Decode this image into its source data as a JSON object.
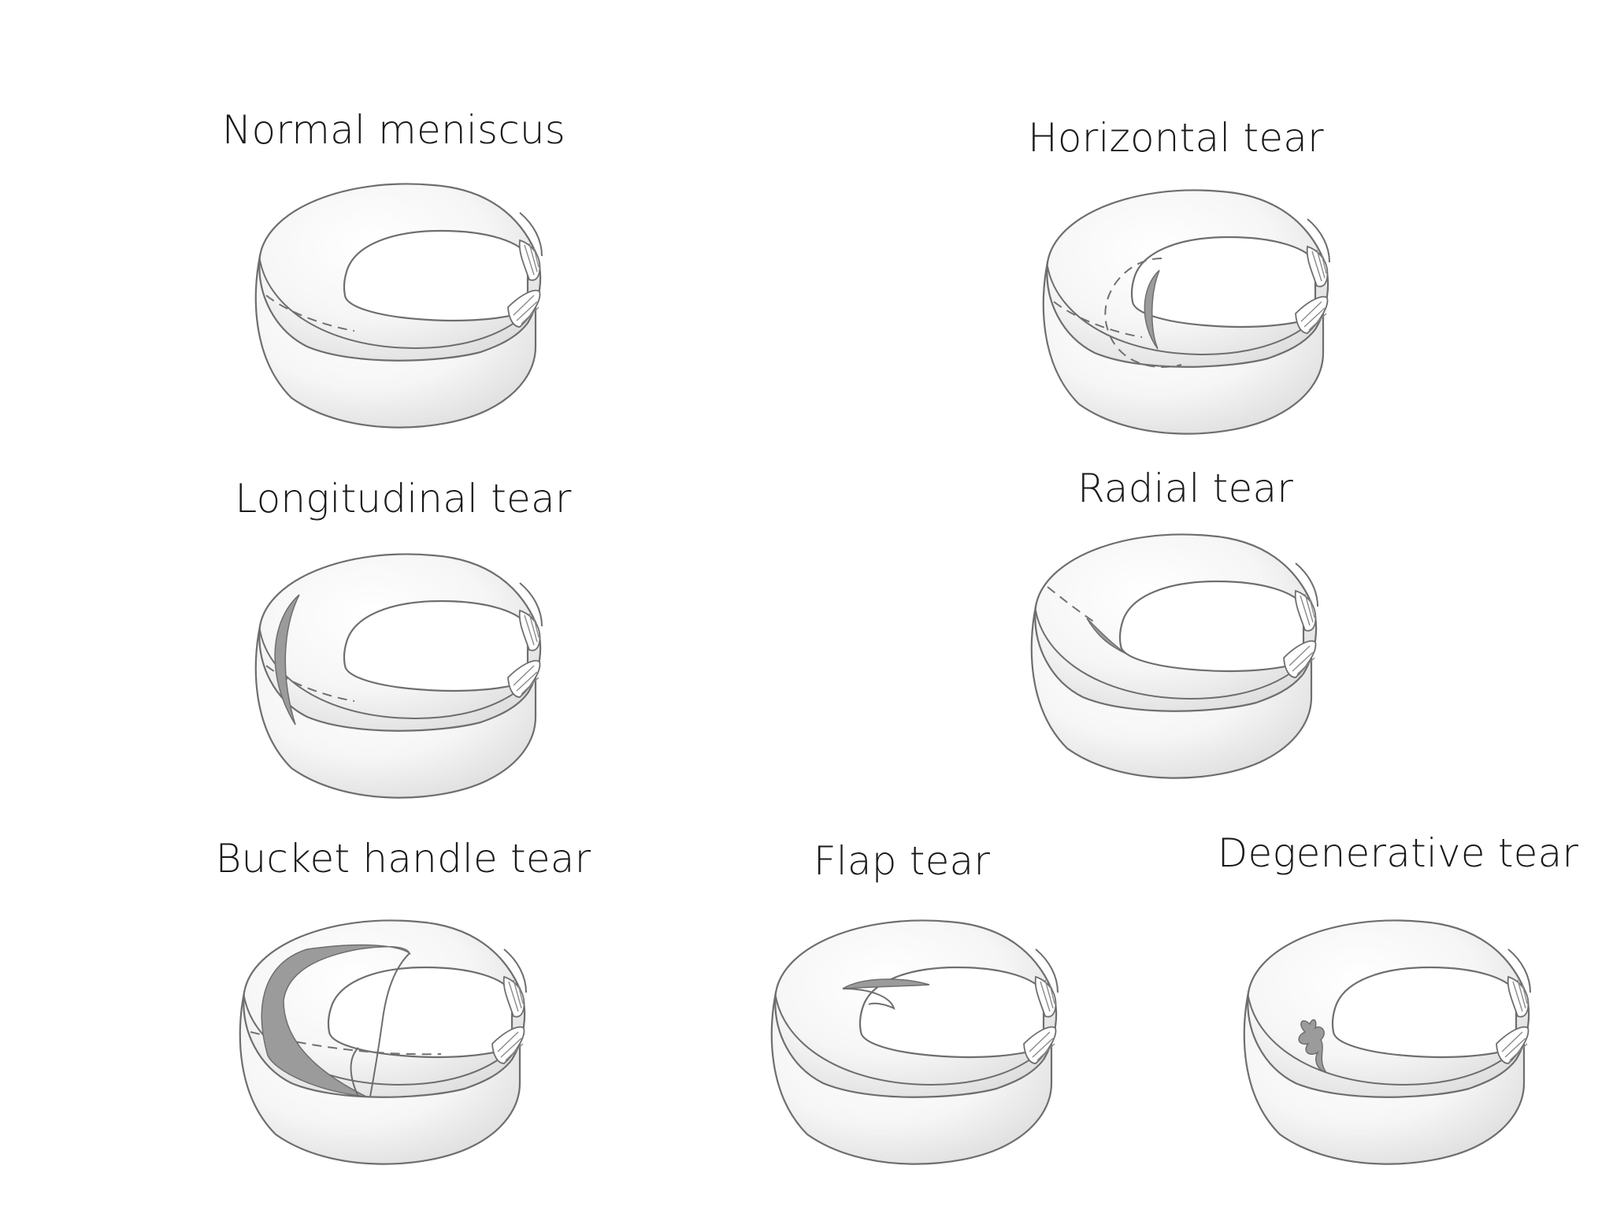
{
  "diagram": {
    "panels": [
      {
        "id": "normal",
        "label": "Normal meniscus"
      },
      {
        "id": "horizontal",
        "label": "Horizontal tear"
      },
      {
        "id": "longitudinal",
        "label": "Longitudinal tear"
      },
      {
        "id": "radial",
        "label": "Radial tear"
      },
      {
        "id": "bucket",
        "label": "Bucket handle tear"
      },
      {
        "id": "flap",
        "label": "Flap tear"
      },
      {
        "id": "degenerative",
        "label": "Degenerative tear"
      }
    ],
    "colors": {
      "outline": "#6e6e6e",
      "body_fill": "#ececec",
      "tear_fill": "#9b9b9b",
      "background": "#ffffff"
    }
  }
}
